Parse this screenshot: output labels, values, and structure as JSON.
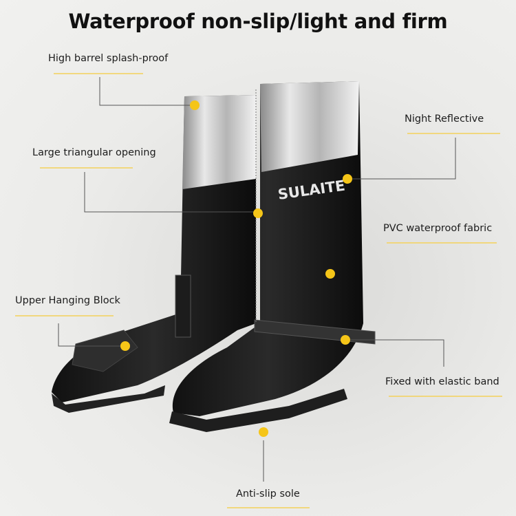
{
  "title": "Waterproof non-slip/light and firm",
  "brand": "SULAITE",
  "accent_color": "#f5c518",
  "features": [
    {
      "label": "High barrel splash-proof"
    },
    {
      "label": "Large triangular opening"
    },
    {
      "label": "Night Reflective"
    },
    {
      "label": "PVC waterproof fabric"
    },
    {
      "label": "Upper Hanging Block"
    },
    {
      "label": "Fixed with elastic band"
    },
    {
      "label": "Anti-slip sole"
    }
  ]
}
